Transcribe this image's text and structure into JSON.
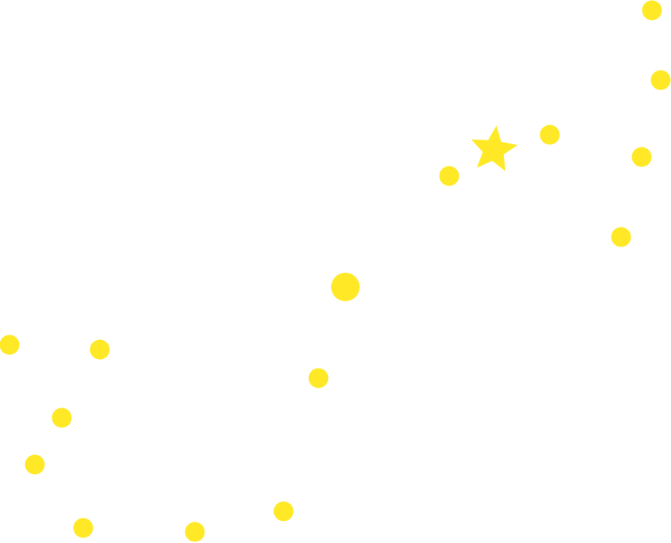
{
  "scene": {
    "background_color": "#ffffff",
    "object_color": "#ffe927",
    "objects": [
      {
        "name": "dot-01",
        "kind": "dot"
      },
      {
        "name": "dot-02",
        "kind": "dot"
      },
      {
        "name": "star-marker",
        "kind": "star"
      },
      {
        "name": "dot-03",
        "kind": "dot"
      },
      {
        "name": "dot-04",
        "kind": "dot"
      },
      {
        "name": "dot-05",
        "kind": "dot"
      },
      {
        "name": "dot-06",
        "kind": "dot"
      },
      {
        "name": "large-dot",
        "kind": "dot"
      },
      {
        "name": "dot-07",
        "kind": "dot"
      },
      {
        "name": "dot-08",
        "kind": "dot"
      },
      {
        "name": "dot-09",
        "kind": "dot"
      },
      {
        "name": "dot-10",
        "kind": "dot"
      },
      {
        "name": "dot-11",
        "kind": "dot"
      },
      {
        "name": "dot-12",
        "kind": "dot"
      },
      {
        "name": "dot-13",
        "kind": "dot"
      },
      {
        "name": "dot-14",
        "kind": "dot"
      },
      {
        "name": "dot-15",
        "kind": "dot"
      }
    ]
  }
}
